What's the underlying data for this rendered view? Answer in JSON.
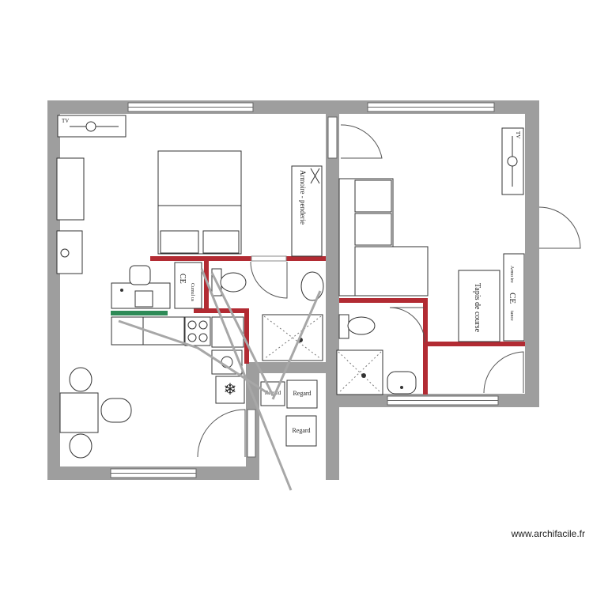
{
  "labels": {
    "tv_left": "TV",
    "tv_right": "TV",
    "wardrobe": "Armoire - penderie",
    "ce_left": "CE",
    "ce_right": "CE",
    "cumulus_left": "Cumul\nus",
    "cumulus_right": "Armo\nire",
    "ce_right_small": "tance",
    "rug": "Tapis de course",
    "regard_1": "Regard",
    "regard_2": "Regard",
    "regard_3": "Regard"
  },
  "watermark": "www.archifacile.fr",
  "colors": {
    "exterior_wall": "#9e9e9e",
    "interior_wall": "#b22b33",
    "counter": "#2e8b57"
  }
}
